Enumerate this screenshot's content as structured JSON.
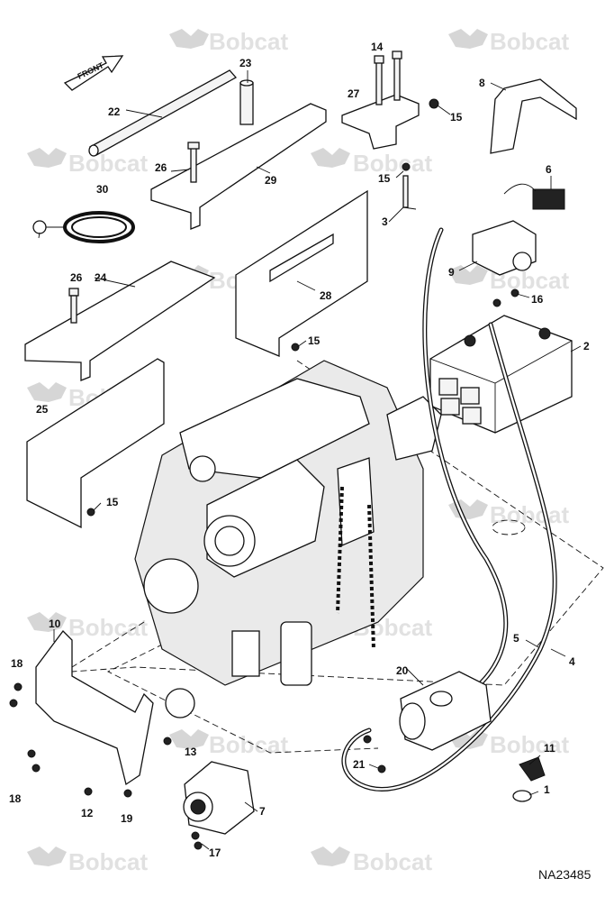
{
  "figure": {
    "reference_code": "NA23485",
    "direction_label": "FRONT",
    "watermark_text": "Bobcat"
  },
  "callouts": [
    {
      "id": "c1",
      "label": "1"
    },
    {
      "id": "c2",
      "label": "2"
    },
    {
      "id": "c3",
      "label": "3"
    },
    {
      "id": "c4",
      "label": "4"
    },
    {
      "id": "c5",
      "label": "5"
    },
    {
      "id": "c6",
      "label": "6"
    },
    {
      "id": "c7",
      "label": "7"
    },
    {
      "id": "c8",
      "label": "8"
    },
    {
      "id": "c9",
      "label": "9"
    },
    {
      "id": "c10",
      "label": "10"
    },
    {
      "id": "c11",
      "label": "11"
    },
    {
      "id": "c12",
      "label": "12"
    },
    {
      "id": "c13",
      "label": "13"
    },
    {
      "id": "c14",
      "label": "14"
    },
    {
      "id": "c15a",
      "label": "15"
    },
    {
      "id": "c15b",
      "label": "15"
    },
    {
      "id": "c15c",
      "label": "15"
    },
    {
      "id": "c15d",
      "label": "15"
    },
    {
      "id": "c16",
      "label": "16"
    },
    {
      "id": "c17",
      "label": "17"
    },
    {
      "id": "c18a",
      "label": "18"
    },
    {
      "id": "c18b",
      "label": "18"
    },
    {
      "id": "c19",
      "label": "19"
    },
    {
      "id": "c20",
      "label": "20"
    },
    {
      "id": "c21",
      "label": "21"
    },
    {
      "id": "c22",
      "label": "22"
    },
    {
      "id": "c23",
      "label": "23"
    },
    {
      "id": "c24",
      "label": "24"
    },
    {
      "id": "c25",
      "label": "25"
    },
    {
      "id": "c26a",
      "label": "26"
    },
    {
      "id": "c26b",
      "label": "26"
    },
    {
      "id": "c27",
      "label": "27"
    },
    {
      "id": "c28",
      "label": "28"
    },
    {
      "id": "c29",
      "label": "29"
    },
    {
      "id": "c30",
      "label": "30"
    }
  ]
}
